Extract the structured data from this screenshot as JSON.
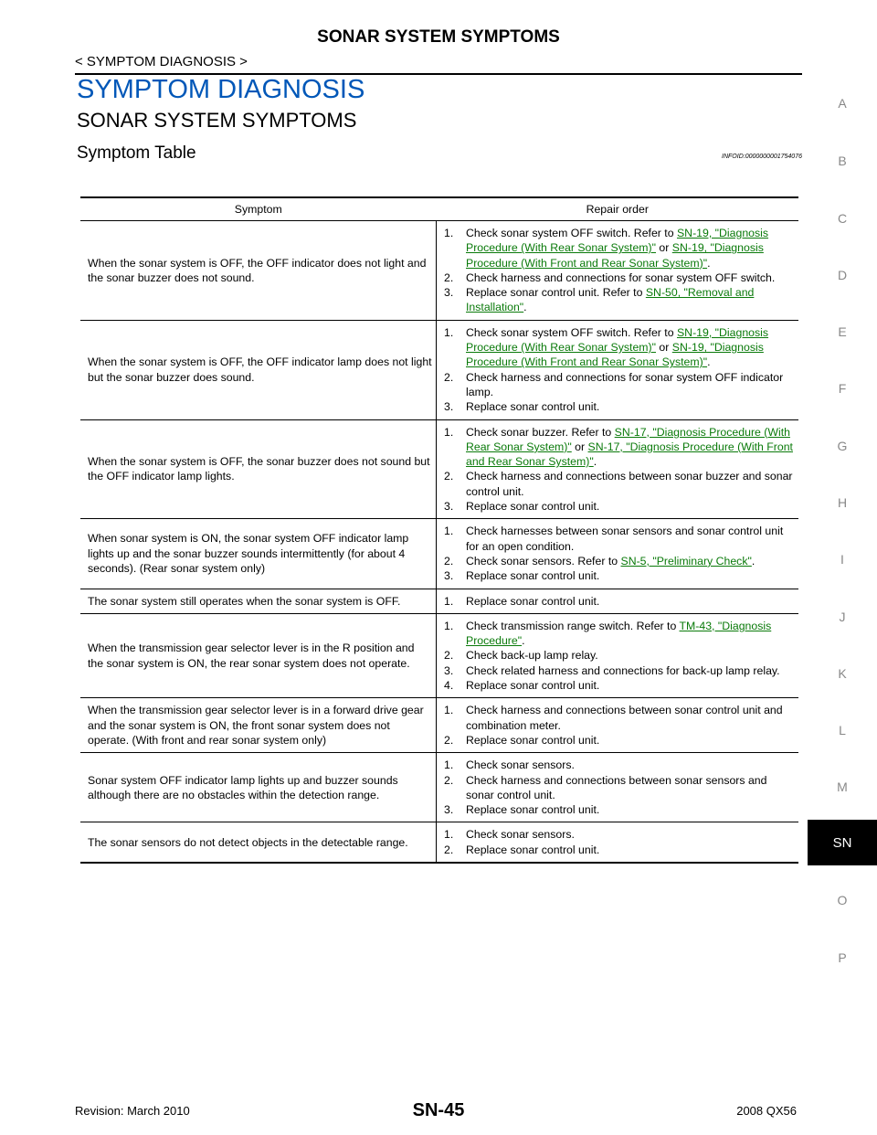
{
  "header": {
    "title": "SONAR SYSTEM SYMPTOMS",
    "subtitle": "< SYMPTOM DIAGNOSIS >"
  },
  "headings": {
    "h1": "SYMPTOM DIAGNOSIS",
    "h2": "SONAR SYSTEM SYMPTOMS",
    "h3": "Symptom Table",
    "info_id": "INFOID:0000000001754076"
  },
  "side_index": [
    "A",
    "B",
    "C",
    "D",
    "E",
    "F",
    "G",
    "H",
    "I",
    "J",
    "K",
    "L",
    "M",
    "SN",
    "O",
    "P"
  ],
  "active_tab": "SN",
  "table": {
    "headers": [
      "Symptom",
      "Repair order"
    ],
    "rows": [
      {
        "symptom": "When the sonar system is OFF, the OFF indicator does not light and the sonar buzzer does not sound.",
        "steps": [
          {
            "n": "1.",
            "segs": [
              {
                "t": "Check sonar system OFF switch. Refer to "
              },
              {
                "t": "SN-19, \"Diagnosis Procedure (With Rear Sonar System)\"",
                "link": true
              },
              {
                "t": " or "
              },
              {
                "t": "SN-19, \"Diagnosis Procedure (With Front and Rear Sonar System)\"",
                "link": true
              },
              {
                "t": "."
              }
            ]
          },
          {
            "n": "2.",
            "segs": [
              {
                "t": "Check harness and connections for sonar system OFF switch."
              }
            ]
          },
          {
            "n": "3.",
            "segs": [
              {
                "t": "Replace sonar control unit. Refer to "
              },
              {
                "t": "SN-50, \"Removal and Installation\"",
                "link": true
              },
              {
                "t": "."
              }
            ]
          }
        ]
      },
      {
        "symptom": "When the sonar system is OFF, the OFF indicator lamp does not light but the sonar buzzer does sound.",
        "steps": [
          {
            "n": "1.",
            "segs": [
              {
                "t": "Check sonar system OFF switch. Refer to "
              },
              {
                "t": "SN-19, \"Diagnosis Procedure (With Rear Sonar System)\"",
                "link": true
              },
              {
                "t": " or "
              },
              {
                "t": "SN-19, \"Diagnosis Procedure (With Front and Rear Sonar System)\"",
                "link": true
              },
              {
                "t": "."
              }
            ]
          },
          {
            "n": "2.",
            "segs": [
              {
                "t": "Check harness and connections for sonar system OFF indicator lamp."
              }
            ]
          },
          {
            "n": "3.",
            "segs": [
              {
                "t": "Replace sonar control unit."
              }
            ]
          }
        ]
      },
      {
        "symptom": "When the sonar system is OFF, the sonar buzzer does not sound but the OFF indicator lamp lights.",
        "steps": [
          {
            "n": "1.",
            "segs": [
              {
                "t": "Check sonar buzzer. Refer to "
              },
              {
                "t": "SN-17, \"Diagnosis Procedure (With Rear Sonar System)\"",
                "link": true
              },
              {
                "t": " or "
              },
              {
                "t": "SN-17, \"Diagnosis Procedure (With Front and Rear Sonar System)\"",
                "link": true
              },
              {
                "t": "."
              }
            ]
          },
          {
            "n": "2.",
            "segs": [
              {
                "t": "Check harness and connections between sonar buzzer and sonar control unit."
              }
            ]
          },
          {
            "n": "3.",
            "segs": [
              {
                "t": "Replace sonar control unit."
              }
            ]
          }
        ]
      },
      {
        "symptom": "When sonar system is ON, the sonar system OFF indicator lamp lights up and the sonar buzzer sounds intermittently (for about 4 seconds). (Rear sonar system only)",
        "steps": [
          {
            "n": "1.",
            "segs": [
              {
                "t": "Check harnesses between sonar sensors and sonar control unit for an open condition."
              }
            ]
          },
          {
            "n": "2.",
            "segs": [
              {
                "t": "Check sonar sensors.  Refer to "
              },
              {
                "t": "SN-5, \"Preliminary Check\"",
                "link": true
              },
              {
                "t": "."
              }
            ]
          },
          {
            "n": "3.",
            "segs": [
              {
                "t": "Replace sonar control unit."
              }
            ]
          }
        ]
      },
      {
        "symptom": "The sonar system still operates when the sonar system is OFF.",
        "steps": [
          {
            "n": "1.",
            "segs": [
              {
                "t": "Replace sonar control unit."
              }
            ]
          }
        ]
      },
      {
        "symptom": "When the transmission gear selector lever is in the R position and the sonar system is ON, the rear sonar system does not operate.",
        "steps": [
          {
            "n": "1.",
            "segs": [
              {
                "t": "Check transmission range switch. Refer to "
              },
              {
                "t": "TM-43, \"Diagnosis Procedure\"",
                "link": true
              },
              {
                "t": "."
              }
            ]
          },
          {
            "n": "2.",
            "segs": [
              {
                "t": "Check back-up lamp relay."
              }
            ]
          },
          {
            "n": "3.",
            "segs": [
              {
                "t": "Check related harness and connections for back-up lamp relay."
              }
            ]
          },
          {
            "n": "4.",
            "segs": [
              {
                "t": "Replace sonar control unit."
              }
            ]
          }
        ]
      },
      {
        "symptom": "When the transmission gear selector lever is in a forward drive gear and the sonar system is ON, the front sonar system does not operate.  (With front and rear sonar system only)",
        "steps": [
          {
            "n": "1.",
            "segs": [
              {
                "t": "Check harness and connections between sonar control unit and combination meter."
              }
            ]
          },
          {
            "n": "2.",
            "segs": [
              {
                "t": "Replace sonar control unit."
              }
            ]
          }
        ]
      },
      {
        "symptom": "Sonar system OFF indicator lamp lights up and buzzer sounds although there are no obstacles within the detection range.",
        "steps": [
          {
            "n": "1.",
            "segs": [
              {
                "t": "Check sonar sensors."
              }
            ]
          },
          {
            "n": "2.",
            "segs": [
              {
                "t": "Check harness and connections between sonar sensors and sonar control unit."
              }
            ]
          },
          {
            "n": "3.",
            "segs": [
              {
                "t": "Replace sonar control unit."
              }
            ]
          }
        ]
      },
      {
        "symptom": "The sonar sensors do not detect objects in the detectable range.",
        "steps": [
          {
            "n": "1.",
            "segs": [
              {
                "t": "Check sonar sensors."
              }
            ]
          },
          {
            "n": "2.",
            "segs": [
              {
                "t": "Replace sonar control unit."
              }
            ]
          }
        ]
      }
    ]
  },
  "footer": {
    "revision": "Revision: March 2010",
    "page": "SN-45",
    "model": "2008 QX56"
  }
}
